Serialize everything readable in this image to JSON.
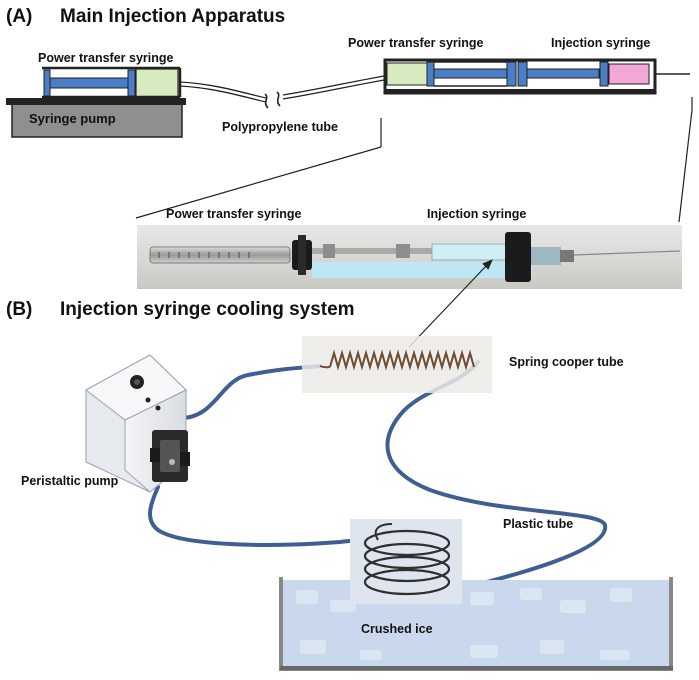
{
  "panel_a": {
    "letter": "(A)",
    "title": "Main Injection Apparatus",
    "labels": {
      "left_syringe": "Power transfer syringe",
      "pump": "Syringe pump",
      "tube": "Polypropylene tube",
      "right_power_syringe": "Power transfer syringe",
      "right_injection_syringe": "Injection syringe",
      "photo_power_syringe": "Power transfer syringe",
      "photo_injection_syringe": "Injection syringe"
    }
  },
  "panel_b": {
    "letter": "(B)",
    "title": "Injection syringe cooling system",
    "labels": {
      "spring_tube": "Spring cooper tube",
      "pump": "Peristaltic pump",
      "plastic_tube": "Plastic tube",
      "ice": "Crushed ice"
    }
  },
  "colors": {
    "plunger_blue": "#4a7ec6",
    "green_barrel": "#d8ebc0",
    "pink_barrel": "#f3a7d6",
    "pump_gray": "#8f8f8f",
    "tube_blue": "#3e5f92",
    "ice_blue": "#c9d8ec"
  }
}
